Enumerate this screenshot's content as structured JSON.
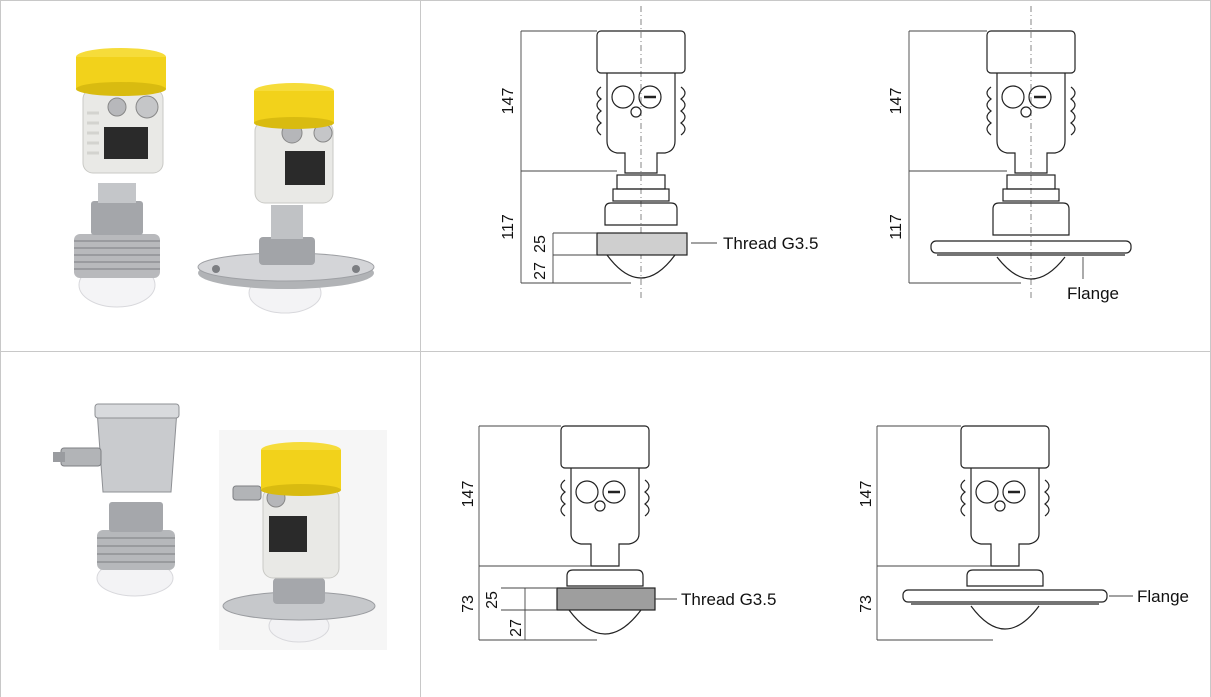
{
  "rows": [
    {
      "photos": [
        "yellow-cap-threaded-transmitter",
        "yellow-cap-flanged-transmitter"
      ],
      "drawings": [
        {
          "dims": {
            "housing": "147",
            "lower": "117",
            "thread_h": "25",
            "lens_h": "27"
          },
          "callout": "Thread G3.5"
        },
        {
          "dims": {
            "housing": "147",
            "lower": "117"
          },
          "callout": "Flange"
        }
      ]
    },
    {
      "photos": [
        "stainless-threaded-transmitter",
        "yellow-cap-flanged-transmitter-2"
      ],
      "drawings": [
        {
          "dims": {
            "housing": "147",
            "lower": "73",
            "thread_h": "25",
            "lens_h": "27"
          },
          "callout": "Thread G3.5"
        },
        {
          "dims": {
            "housing": "147",
            "lower": "73"
          },
          "callout": "Flange"
        }
      ]
    }
  ],
  "colors": {
    "cap_yellow": "#f2d21b",
    "housing_white": "#e9e9e6",
    "steel": "#a9acb0",
    "thread_gray": "#9a9a9a",
    "grid": "#c8c8c8"
  }
}
